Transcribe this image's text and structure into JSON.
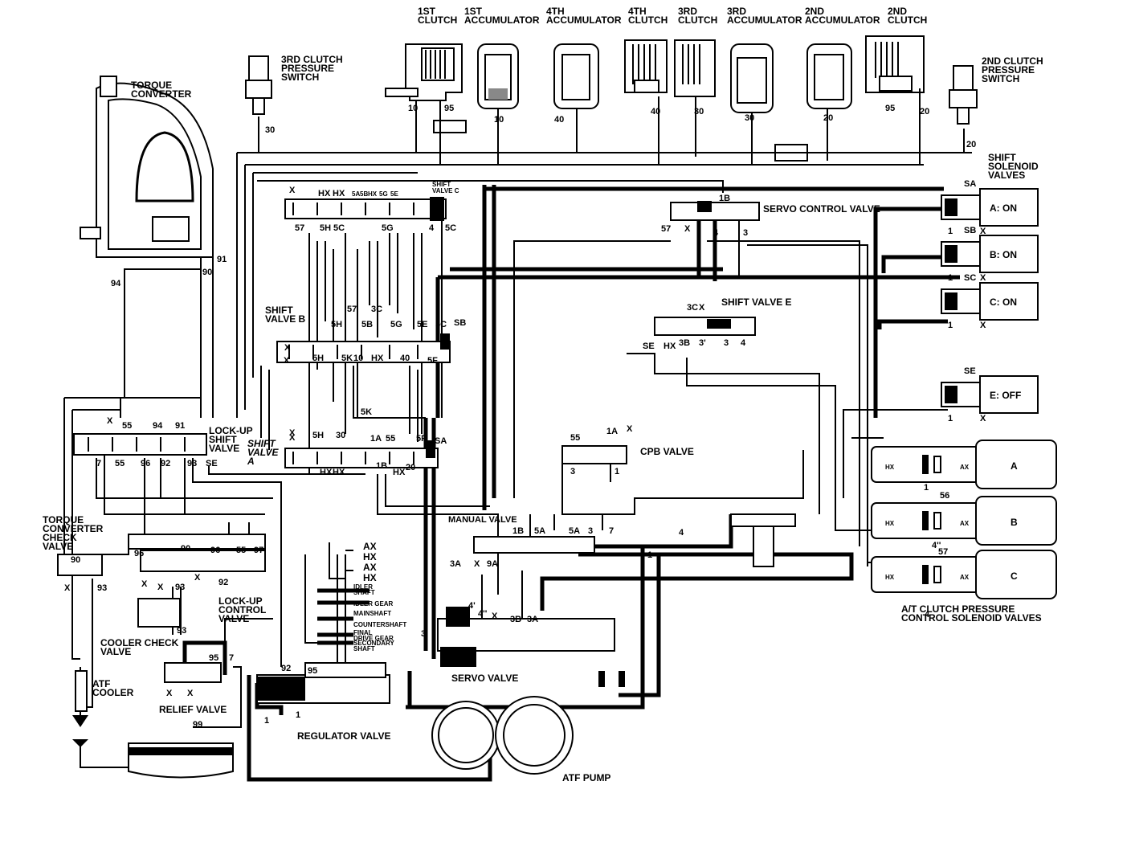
{
  "components": {
    "first_clutch": "1ST\nCLUTCH",
    "first_accumulator": "1ST\nACCUMULATOR",
    "fourth_accumulator": "4TH\nACCUMULATOR",
    "fourth_clutch": "4TH\nCLUTCH",
    "third_clutch": "3RD\nCLUTCH",
    "third_accumulator": "3RD\nACCUMULATOR",
    "second_accumulator": "2ND\nACCUMULATOR",
    "second_clutch": "2ND\nCLUTCH",
    "third_clutch_switch": "3RD CLUTCH\nPRESSURE\nSWITCH",
    "second_clutch_switch": "2ND CLUTCH\nPRESSURE\nSWITCH",
    "torque_converter": "TORQUE\nCONVERTER",
    "shift_solenoid_valves": "SHIFT\nSOLENOID\nVALVES",
    "servo_control_valve": "SERVO CONTROL VALVE",
    "shift_valve_c": "SHIFT\nVALVE C",
    "shift_valve_b": "SHIFT\nVALVE B",
    "shift_valve_e": "SHIFT VALVE E",
    "shift_valve_a": "SHIFT\nVALVE\nA",
    "lock_up_shift_valve": "LOCK-UP\nSHIFT\nVALVE",
    "cpb_valve": "CPB VALVE",
    "manual_valve": "MANUAL VALVE",
    "tc_check_valve": "TORQUE\nCONVERTER\nCHECK\nVALVE",
    "lock_up_control_valve": "LOCK-UP\nCONTROL\nVALVE",
    "cooler_check_valve": "COOLER CHECK\nVALVE",
    "atf_cooler": "ATF\nCOOLER",
    "relief_valve": "RELIEF VALVE",
    "regulator_valve": "REGULATOR VALVE",
    "servo_valve": "SERVO VALVE",
    "atf_pump": "ATF PUMP",
    "clutch_pressure_solenoids": "A/T CLUTCH PRESSURE\nCONTROL SOLENOID VALVES"
  },
  "solenoids": [
    {
      "label": "A: ON",
      "port": "SA"
    },
    {
      "label": "B: ON",
      "port": "SB"
    },
    {
      "label": "C: ON",
      "port": "SC"
    },
    {
      "label": "E: OFF",
      "port": "SE"
    }
  ],
  "pressure_solenoids": [
    {
      "label": "A",
      "port": "56"
    },
    {
      "label": "B",
      "port": "56"
    },
    {
      "label": "C",
      "port": "57"
    }
  ],
  "lube_legend": [
    "AX",
    "HX",
    "AX",
    "HX",
    "IDLER\nSHAFT",
    "IDLER GEAR",
    "MAINSHAFT",
    "COUNTERSHAFT",
    "FINAL\nDRIVE GEAR",
    "SECONDARY\nSHAFT"
  ],
  "colors": {
    "ink": "#000000",
    "paper": "#ffffff"
  }
}
